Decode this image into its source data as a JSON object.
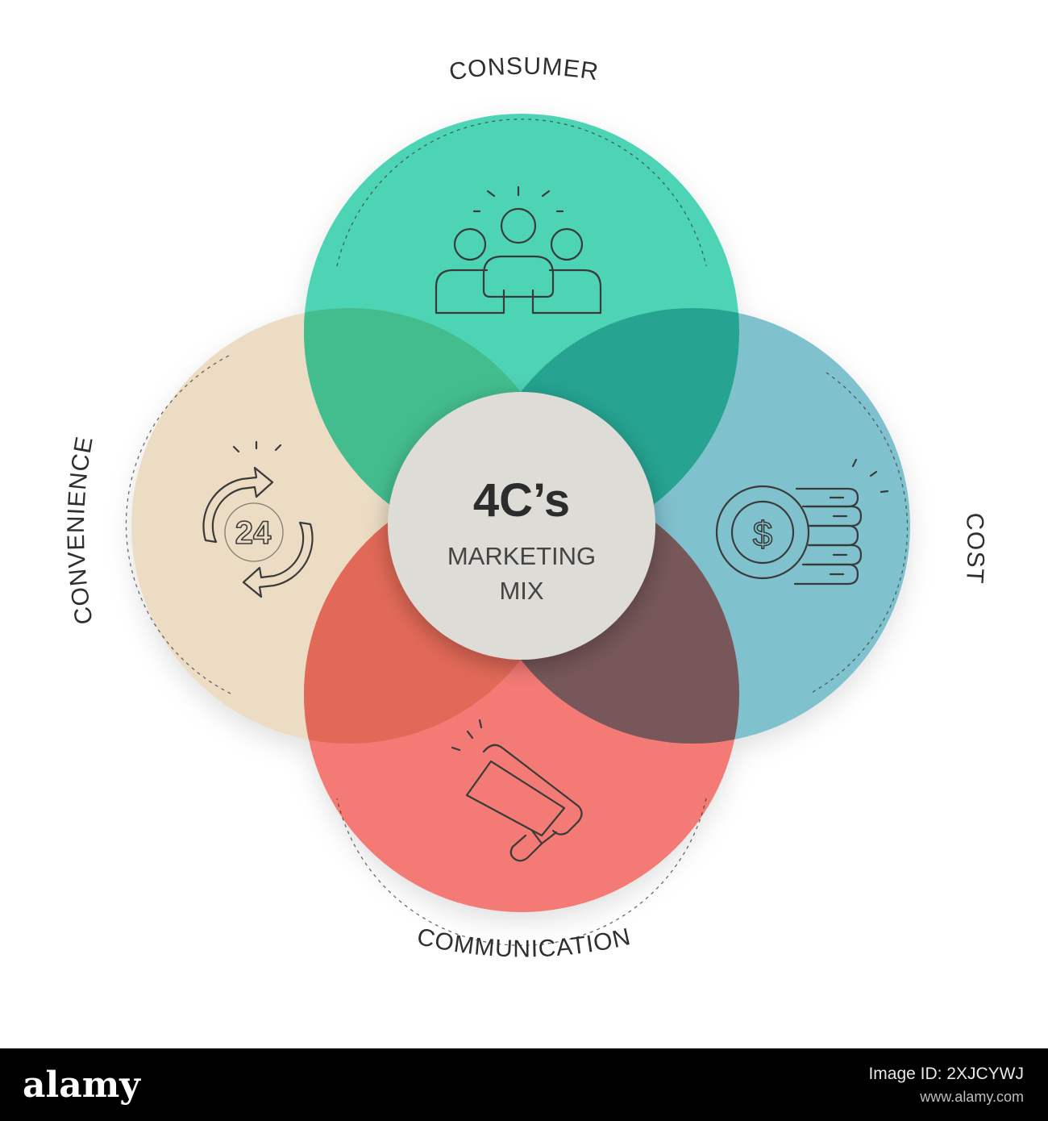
{
  "diagram": {
    "labels": {
      "top": "CONSUMER",
      "right": "COST",
      "bottom": "COMMUNICATION",
      "left": "CONVENIENCE"
    },
    "center": {
      "title": "4C’s",
      "line1": "MARKETING",
      "line2": "MIX"
    },
    "convenience_icon_number": "24",
    "cost_icon_symbol": "$",
    "icons": [
      "people-group-icon",
      "dollar-coins-icon",
      "megaphone-icon",
      "refresh-24-icon"
    ],
    "colors": {
      "consumer": "#4dd4b4",
      "cost": "#7fc1cd",
      "communication": "#f47a74",
      "convenience": "#ecdcc4",
      "center": "#dedcd6"
    }
  },
  "footer": {
    "brand": "alamy",
    "image_id_line": "Image ID: 2XJCYWJ",
    "site": "www.alamy.com"
  }
}
